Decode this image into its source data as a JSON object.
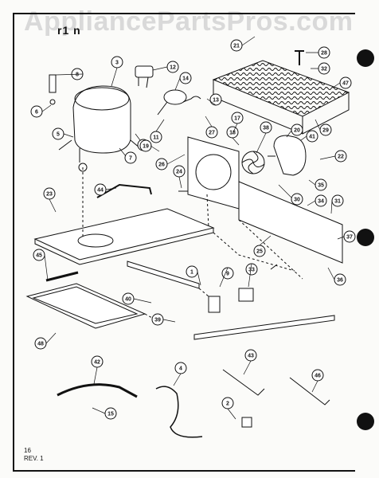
{
  "watermark": "AppliancePartsPros.com",
  "header_code": "r1 n",
  "page_number": "16",
  "revision": "REV. 1",
  "callouts": [
    "3",
    "8",
    "12",
    "14",
    "21",
    "28",
    "32",
    "6",
    "13",
    "47",
    "5",
    "11",
    "10",
    "27",
    "17",
    "18",
    "20",
    "41",
    "29",
    "7",
    "19",
    "38",
    "22",
    "26",
    "24",
    "30",
    "35",
    "25",
    "44",
    "34",
    "37",
    "23",
    "1",
    "31",
    "36",
    "45",
    "33",
    "39",
    "40",
    "9",
    "48",
    "42",
    "4",
    "43",
    "46",
    "2",
    "15"
  ]
}
